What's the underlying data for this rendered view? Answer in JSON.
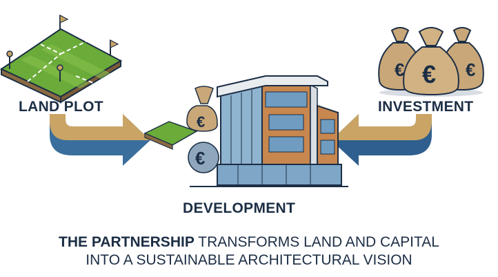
{
  "diagram": {
    "nodes": [
      {
        "id": "land",
        "label": "LAND PLOT",
        "icon": "land-plot-icon"
      },
      {
        "id": "investment",
        "label": "INVESTMENT",
        "icon": "money-bags-icon",
        "currency_symbol": "€"
      },
      {
        "id": "development",
        "label": "DEVELOPMENT",
        "icon": "building-icon"
      }
    ],
    "edges": [
      {
        "from": "land",
        "to": "development"
      },
      {
        "from": "investment",
        "to": "development"
      }
    ],
    "caption": {
      "bold": "THE PARTNERSHIP",
      "line1_rest": " TRANSFORMS LAND AND CAPITAL",
      "line2": "INTO A SUSTAINABLE ARCHITECTURAL VISION"
    }
  },
  "colors": {
    "navy": "#1c2e45",
    "gold": "#c9a465",
    "blue": "#3a6e9c",
    "grass": "#6aab3a",
    "soil": "#8a6a42",
    "wood": "#c8874f",
    "glass": "#8fb4cf"
  }
}
